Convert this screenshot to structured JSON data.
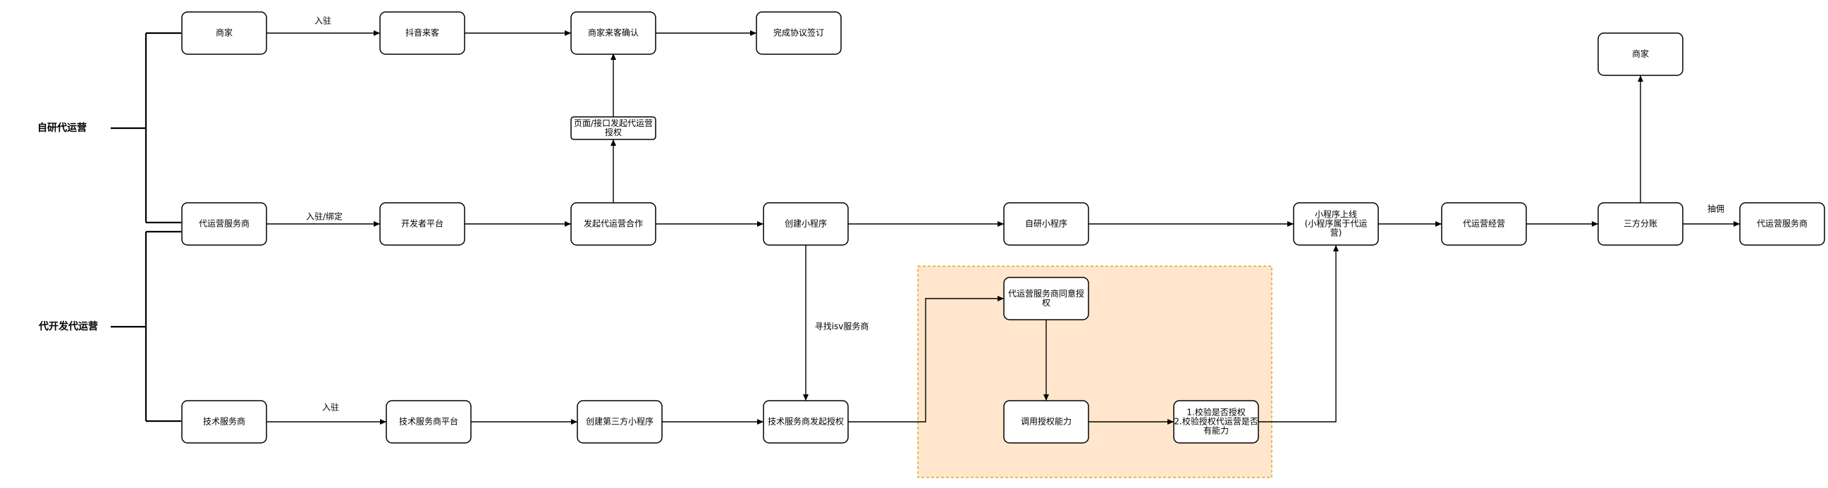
{
  "groups": {
    "self": "自研代运营",
    "dev": "代开发代运营"
  },
  "nodes": {
    "merchant_top": "商家",
    "douyin": "抖音来客",
    "merchant_confirm": "商家来客确认",
    "agreement": "完成协议签订",
    "page_api": "页面/接口发起代运营\n授权",
    "op_provider": "代运营服务商",
    "dev_platform": "开发者平台",
    "init_coop": "发起代运营合作",
    "create_mp": "创建小程序",
    "self_mp": "自研小程序",
    "mp_online": "小程序上线\n(小程序属于代运\n营)",
    "op_manage": "代运营经营",
    "profit_share": "三方分账",
    "op_provider_end": "代运营服务商",
    "merchant_right": "商家",
    "op_agree": "代运营服务商同意授\n权",
    "tech_provider": "技术服务商",
    "tech_platform": "技术服务商平台",
    "create_third": "创建第三方小程序",
    "tech_auth": "技术服务商发起授权",
    "call_auth": "调用授权能力",
    "check": "1.校验是否授权\n2.校验授权代运营是否\n有能力"
  },
  "edge_labels": {
    "join_top": "入驻",
    "join_bind": "入驻/绑定",
    "find_isv": "寻找isv服务商",
    "join_bottom": "入驻",
    "commission": "抽佣"
  },
  "colors": {
    "region_fill": "#ffe6cc",
    "region_stroke": "#d79b00"
  }
}
